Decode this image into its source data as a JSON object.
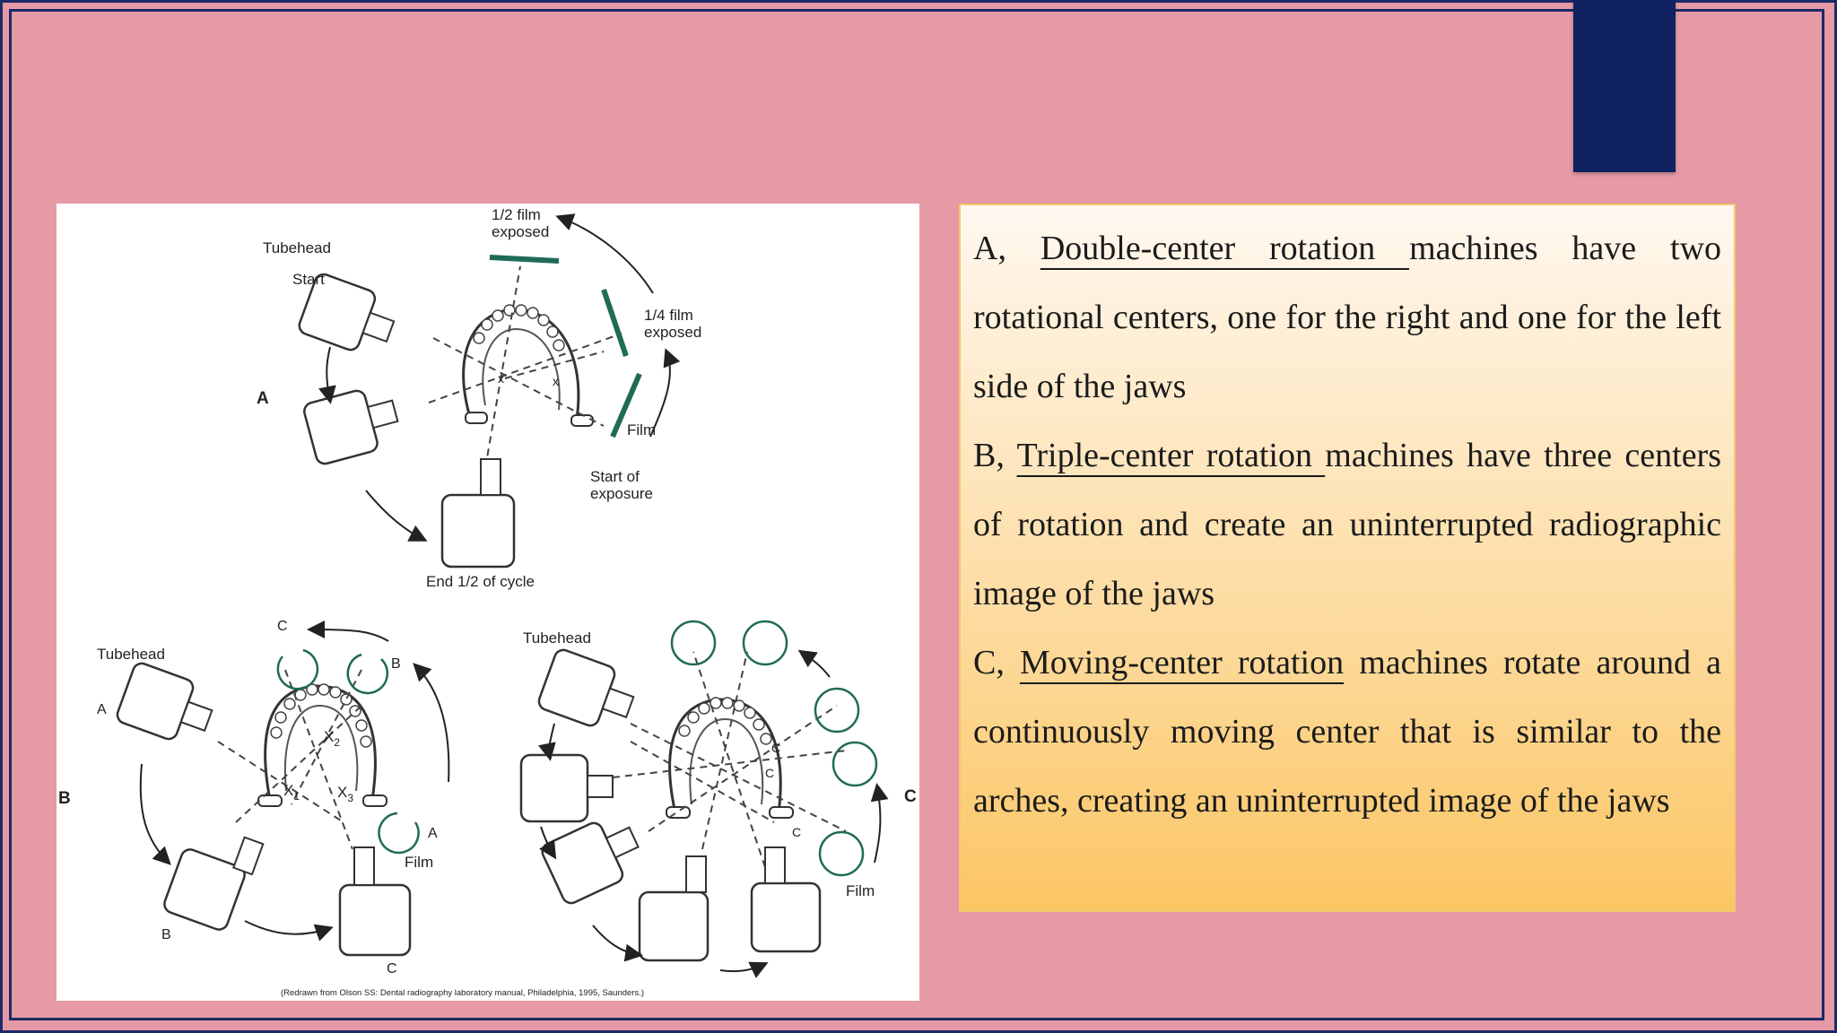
{
  "figure": {
    "panel_a_label": "A",
    "panel_b_label": "B",
    "panel_c_label": "C",
    "a_tubehead": "Tubehead",
    "a_start": "Start",
    "a_half_film_line1": "1/2 film",
    "a_half_film_line2": "exposed",
    "a_quarter_film_line1": "1/4 film",
    "a_quarter_film_line2": "exposed",
    "a_film": "Film",
    "a_start_exposure_line1": "Start of",
    "a_start_exposure_line2": "exposure",
    "a_end_cycle": "End 1/2 of cycle",
    "b_tubehead": "Tubehead",
    "b_pos_a": "A",
    "b_pos_b": "B",
    "b_pos_c": "C",
    "b_center_b": "B",
    "b_center_c": "C",
    "b_center_a": "A",
    "b_x1": "X",
    "b_x1_sub": "1",
    "b_x2": "X",
    "b_x2_sub": "2",
    "b_x3": "X",
    "b_x3_sub": "3",
    "b_film": "Film",
    "c_tubehead": "Tubehead",
    "c_film": "Film",
    "c_mark1": "C",
    "c_mark2": "C",
    "c_mark3": "C",
    "caption": "(Redrawn from Olson SS: Dental radiography laboratory manual, Philadelphia, 1995, Saunders.)"
  },
  "text": {
    "p1_prefix": "A, ",
    "p1_term": "Double-center rotation ",
    "p1_rest": "machines have two rotational centers, one for the right and one for the left side of the jaws",
    "p2_prefix": " B, ",
    "p2_term": "Triple-center rotation ",
    "p2_rest": "machines have three centers of rotation and create an uninterrupted radiographic image of the jaws",
    "p3_prefix": "C, ",
    "p3_term": "Moving-center rotation",
    "p3_rest": " machines rotate around a continuously moving center that is similar to the arches, creating an uninterrupted image of the jaws"
  },
  "colors": {
    "background": "#e59aa5",
    "accent": "#0f2160",
    "film_green": "#1f6b57"
  }
}
